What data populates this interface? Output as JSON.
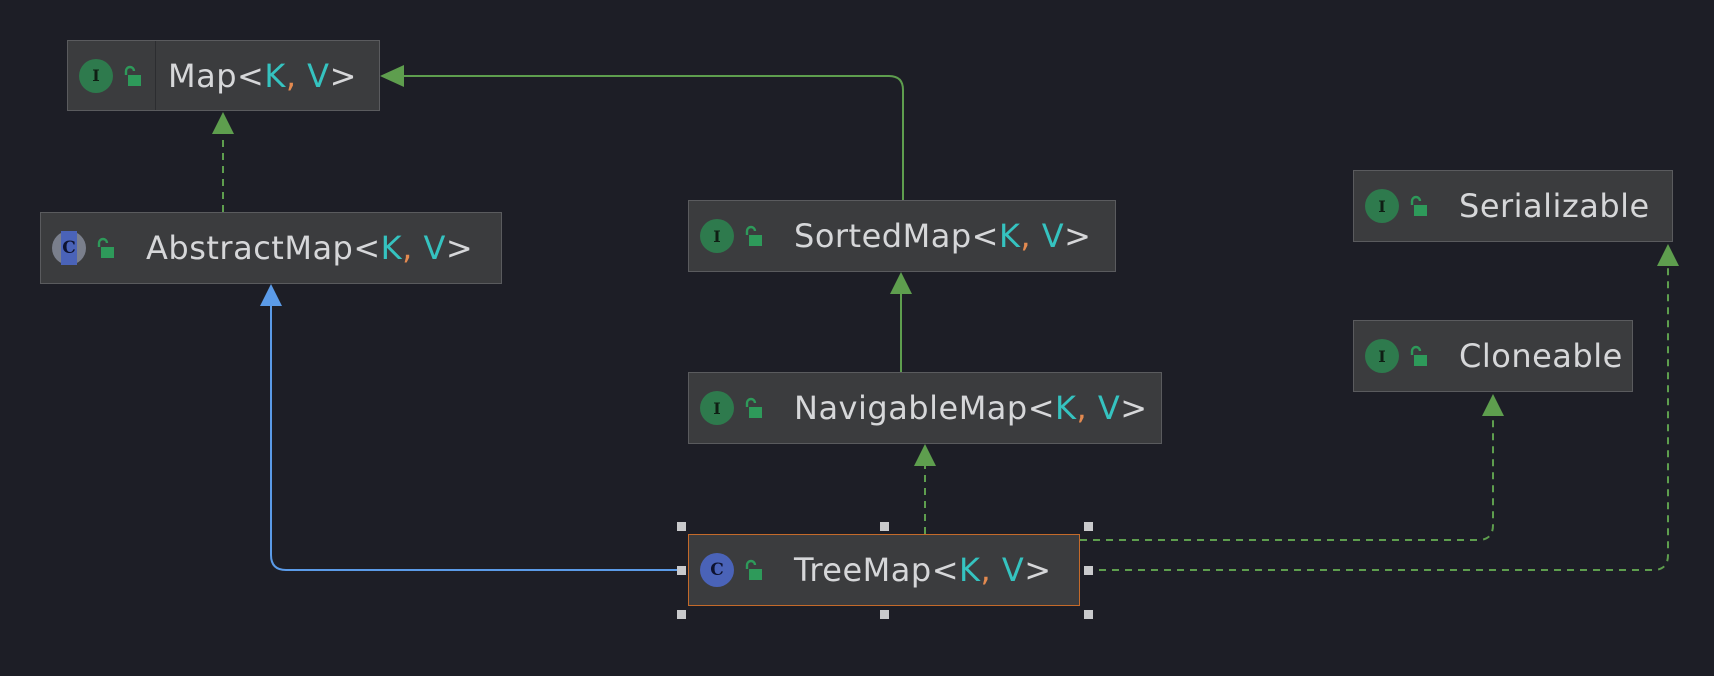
{
  "nodes": {
    "map": {
      "name": "Map",
      "type_params": [
        "K",
        "V"
      ],
      "kind": "I"
    },
    "abstract_map": {
      "name": "AbstractMap",
      "type_params": [
        "K",
        "V"
      ],
      "kind": "C"
    },
    "sorted_map": {
      "name": "SortedMap",
      "type_params": [
        "K",
        "V"
      ],
      "kind": "I"
    },
    "serializable": {
      "name": "Serializable",
      "type_params": [],
      "kind": "I"
    },
    "cloneable": {
      "name": "Cloneable",
      "type_params": [],
      "kind": "I"
    },
    "navigable_map": {
      "name": "NavigableMap",
      "type_params": [
        "K",
        "V"
      ],
      "kind": "I"
    },
    "tree_map": {
      "name": "TreeMap",
      "type_params": [
        "K",
        "V"
      ],
      "kind": "C"
    }
  },
  "colors": {
    "background": "#1d1e26",
    "extends_edge": "#5b9be8",
    "implements_edge": "#5e9e4e",
    "interface_badge": "#2e7a4d",
    "class_badge": "#4a63b8",
    "selected_border": "#c46a2a",
    "type_param": "#35c3c0",
    "comma": "#e38a50"
  }
}
